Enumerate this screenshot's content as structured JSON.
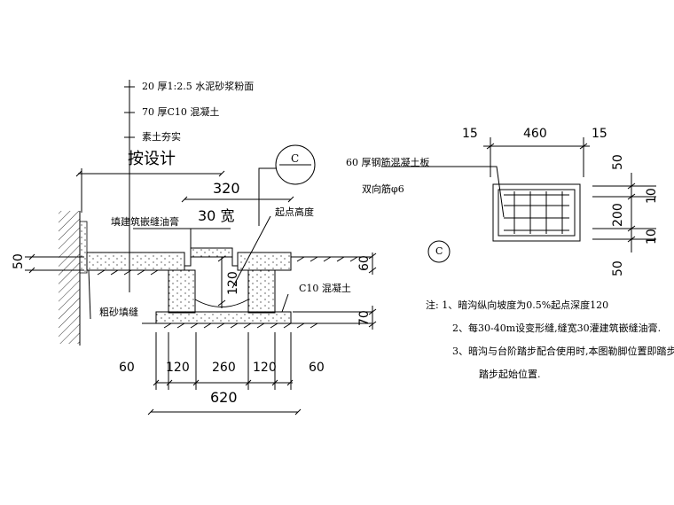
{
  "layers": {
    "layer1": "20 厚1:2.5 水泥砂浆粉面",
    "layer2": "70 厚C10  混凝土",
    "layer3": "素土夯实"
  },
  "top_label": "按设计",
  "section_symbol": "C",
  "plan_symbol": "C",
  "dims": {
    "top_width": "320",
    "gap_width": "30 宽",
    "left_height": "50",
    "cover_thickness": "60",
    "channel_depth": "120",
    "base_thickness": "70",
    "bottom_60_left": "60",
    "bottom_120_left": "120",
    "bottom_260": "260",
    "bottom_120_right": "120",
    "bottom_60_right": "60",
    "total_width": "620"
  },
  "labels": {
    "sealant": "填建筑嵌缝油膏",
    "start_height": "起点高度",
    "c10": "C10  混凝土",
    "sand_fill": "粗砂填缝"
  },
  "slab": {
    "label": "60  厚钢筋混凝土板",
    "rebar": "双向筋",
    "rebar_dia": "φ6",
    "dim_left": "15",
    "dim_width": "460",
    "dim_right": "15",
    "dim_top": "50",
    "dim_mid": "200",
    "dim_bottom": "50",
    "dim_r1": "10",
    "dim_r2": "10"
  },
  "notes": {
    "n1": "注: 1、暗沟纵向坡度为0.5%起点深度120",
    "n2": "2、每30-40m设变形缝,缝宽30灌建筑嵌缝油膏.",
    "n3": "3、暗沟与台阶踏步配合使用时,本图勒脚位置即踏步",
    "n4": "踏步起始位置."
  }
}
